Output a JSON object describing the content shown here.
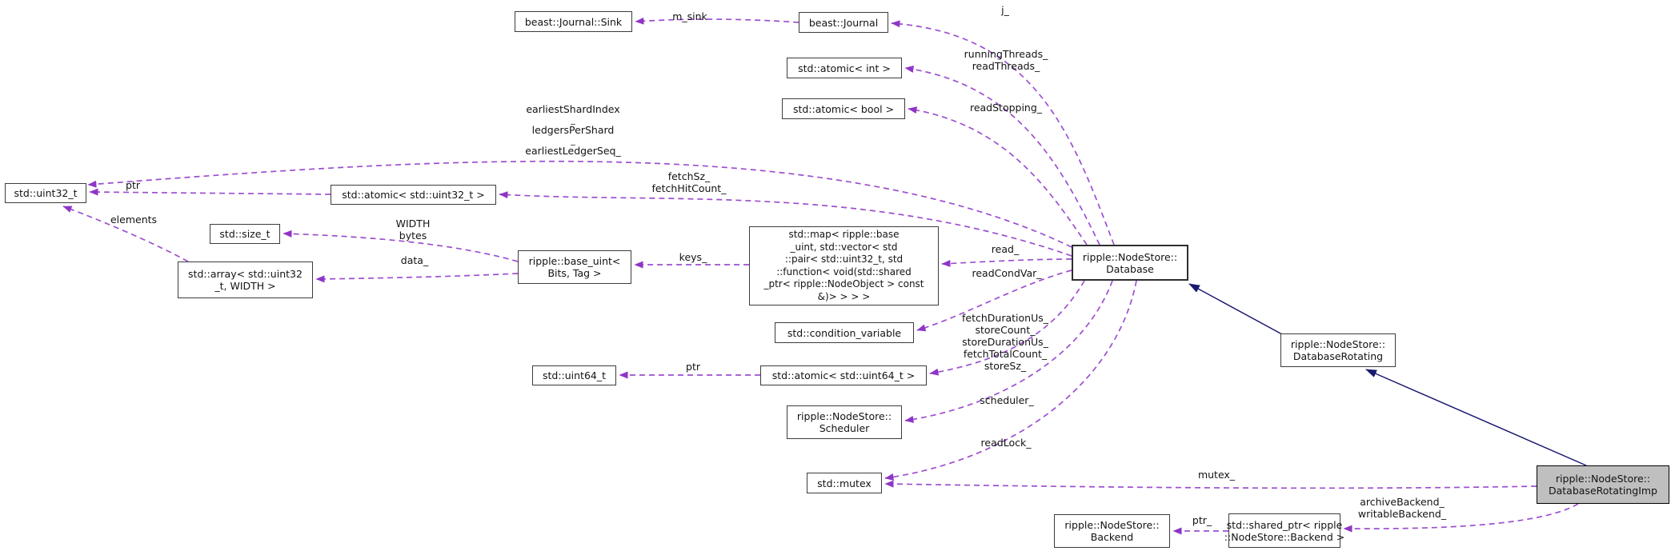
{
  "diagram": {
    "kind": "collaboration-graph",
    "focus_class": "ripple::NodeStore::DatabaseRotatingImp",
    "colors": {
      "usage_edge": "#9c4fd0",
      "usage_arrow": "#8f35c5",
      "inheritance_edge": "#191970",
      "node_background": "#ffffff",
      "node_border": "#3c3c3c",
      "focus_node_background": "#bfbfbf"
    }
  },
  "nodes": {
    "sink": {
      "lines": [
        "beast::Journal::Sink"
      ]
    },
    "journal": {
      "lines": [
        "beast::Journal"
      ]
    },
    "atomic_int": {
      "lines": [
        "std::atomic< int >"
      ]
    },
    "atomic_bool": {
      "lines": [
        "std::atomic< bool >"
      ]
    },
    "uint32": {
      "lines": [
        "std::uint32_t"
      ]
    },
    "atomic_uint32": {
      "lines": [
        "std::atomic< std::uint32_t >"
      ]
    },
    "size_t": {
      "lines": [
        "std::size_t"
      ]
    },
    "array": {
      "lines": [
        "std::array< std::uint32",
        "_t, WIDTH >"
      ]
    },
    "base_uint": {
      "lines": [
        "ripple::base_uint<",
        "Bits, Tag >"
      ]
    },
    "map": {
      "lines": [
        "std::map< ripple::base",
        "_uint, std::vector< std",
        "::pair< std::uint32_t, std",
        "::function< void(std::shared",
        "_ptr< ripple::NodeObject > const",
        "&)> > > >"
      ]
    },
    "database": {
      "lines": [
        "ripple::NodeStore::",
        "Database"
      ]
    },
    "condition_variable": {
      "lines": [
        "std::condition_variable"
      ]
    },
    "uint64": {
      "lines": [
        "std::uint64_t"
      ]
    },
    "atomic_uint64": {
      "lines": [
        "std::atomic< std::uint64_t >"
      ]
    },
    "scheduler": {
      "lines": [
        "ripple::NodeStore::",
        "Scheduler"
      ]
    },
    "mutex": {
      "lines": [
        "std::mutex"
      ]
    },
    "database_rotating": {
      "lines": [
        "ripple::NodeStore::",
        "DatabaseRotating"
      ]
    },
    "database_rotating_imp": {
      "lines": [
        "ripple::NodeStore::",
        "DatabaseRotatingImp"
      ]
    },
    "backend": {
      "lines": [
        "ripple::NodeStore::",
        "Backend"
      ]
    },
    "shared_ptr_backend": {
      "lines": [
        "std::shared_ptr< ripple",
        "::NodeStore::Backend >"
      ]
    }
  },
  "edge_labels": {
    "m_sink": {
      "lines": [
        "m_sink"
      ]
    },
    "j": {
      "lines": [
        "j_"
      ]
    },
    "thread_counters": {
      "lines": [
        "runningThreads_",
        "readThreads_"
      ]
    },
    "read_stopping": {
      "lines": [
        "readStopping_"
      ]
    },
    "earliest": {
      "lines": [
        "earliestShardIndex",
        "_",
        "ledgersPerShard",
        "_",
        "earliestLedgerSeq_"
      ]
    },
    "fetch_counters": {
      "lines": [
        "fetchSz_",
        "fetchHitCount_"
      ]
    },
    "ptr_u32": {
      "lines": [
        "ptr"
      ]
    },
    "elements": {
      "lines": [
        "elements"
      ]
    },
    "width_bytes": {
      "lines": [
        "WIDTH",
        "bytes"
      ]
    },
    "data": {
      "lines": [
        "data_"
      ]
    },
    "keys": {
      "lines": [
        "keys_"
      ]
    },
    "read": {
      "lines": [
        "read_"
      ]
    },
    "read_cond_var": {
      "lines": [
        "readCondVar_"
      ]
    },
    "store_counters": {
      "lines": [
        "fetchDurationUs_",
        "storeCount_",
        "storeDurationUs_",
        "fetchTotalCount_",
        "storeSz_"
      ]
    },
    "ptr_u64": {
      "lines": [
        "ptr"
      ]
    },
    "scheduler": {
      "lines": [
        "scheduler_"
      ]
    },
    "read_lock": {
      "lines": [
        "readLock_"
      ]
    },
    "mutex": {
      "lines": [
        "mutex_"
      ]
    },
    "backends": {
      "lines": [
        "archiveBackend_",
        "writableBackend_"
      ]
    },
    "ptr_backend": {
      "lines": [
        "ptr_"
      ]
    }
  }
}
